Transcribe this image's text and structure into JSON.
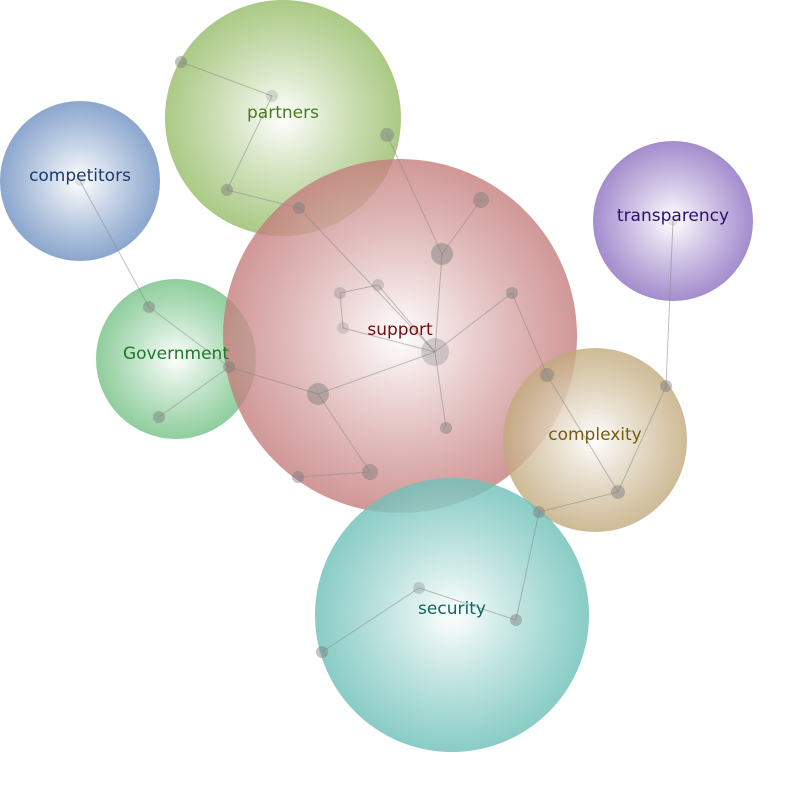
{
  "clusters": [
    {
      "id": "support",
      "label": "support",
      "fill": "#c47a7a",
      "text_color": "#7a0a0a"
    },
    {
      "id": "partners",
      "label": "partners",
      "fill": "#9cc070",
      "text_color": "#4a7a1a"
    },
    {
      "id": "competitors",
      "label": "competitors",
      "fill": "#7e9cc8",
      "text_color": "#1a3a6a"
    },
    {
      "id": "government",
      "label": "Government",
      "fill": "#7cc58c",
      "text_color": "#1a7a2a"
    },
    {
      "id": "transparency",
      "label": "transparency",
      "fill": "#9a80c8",
      "text_color": "#2a1070"
    },
    {
      "id": "complexity",
      "label": "complexity",
      "fill": "#c0a87a",
      "text_color": "#7a5a10"
    },
    {
      "id": "security",
      "label": "security",
      "fill": "#6ec0b8",
      "text_color": "#0a6a60"
    }
  ]
}
